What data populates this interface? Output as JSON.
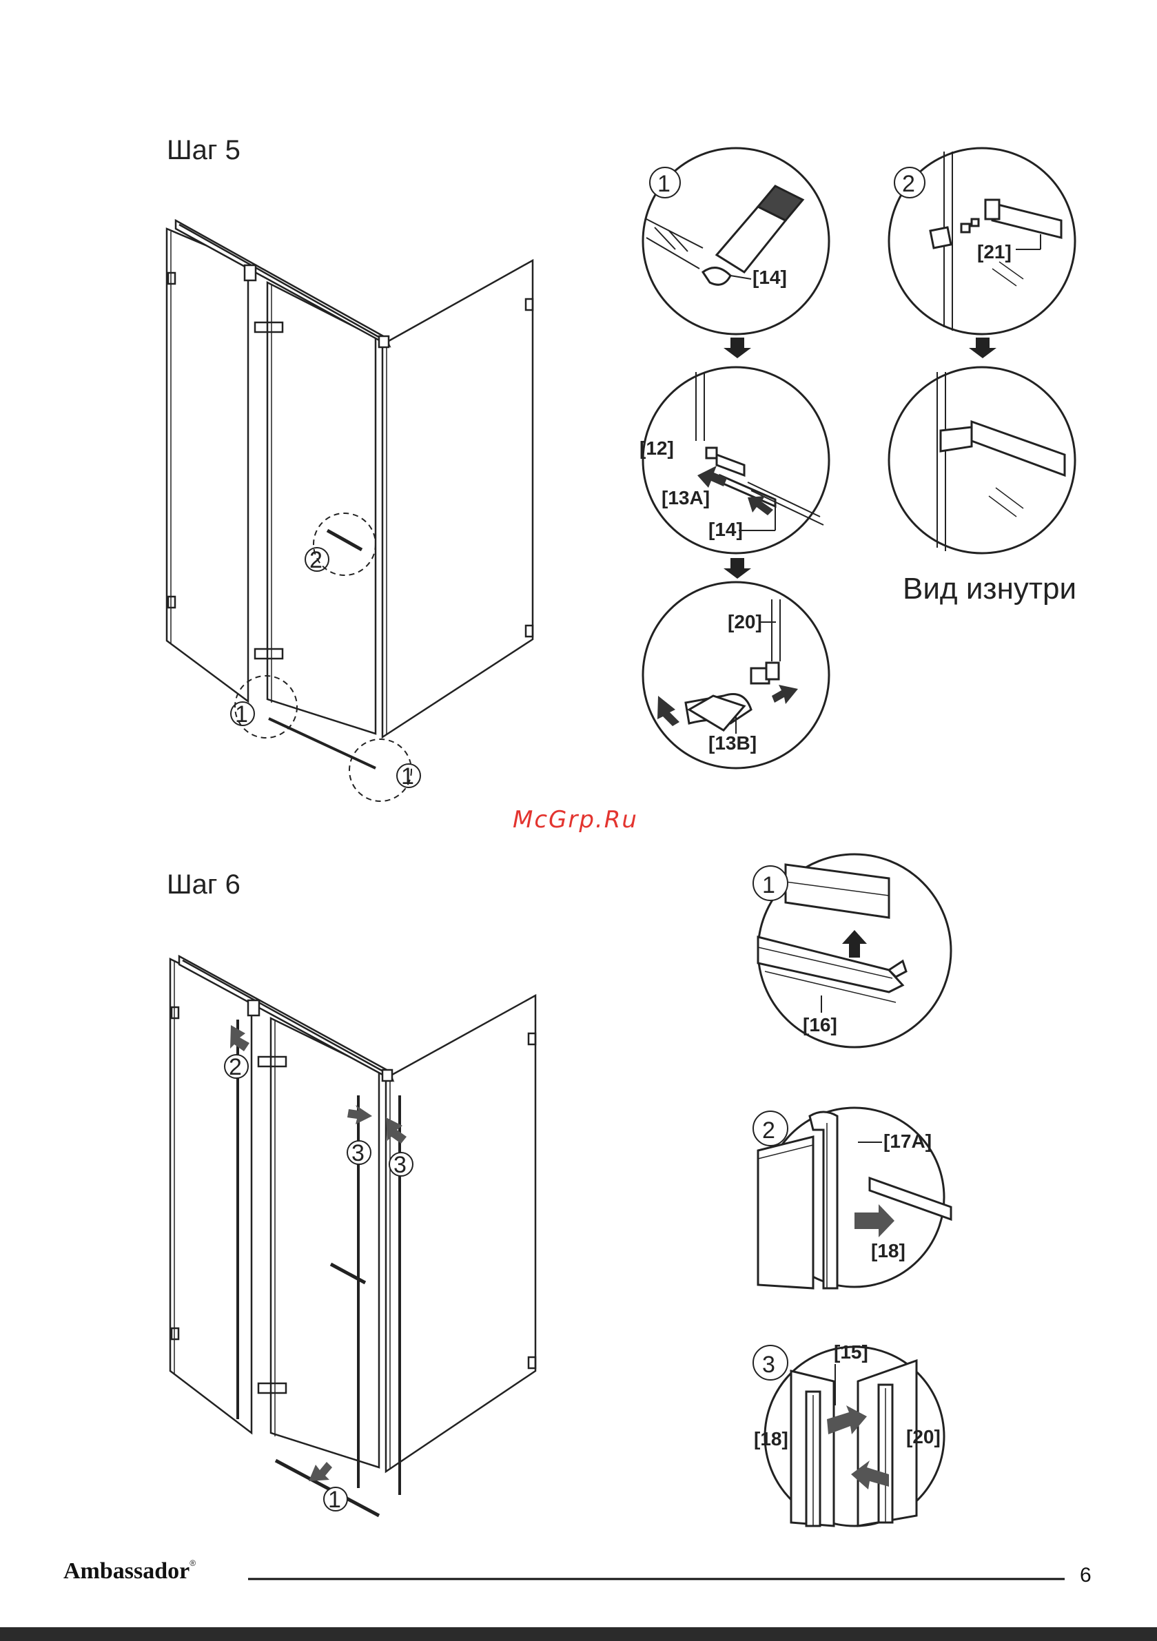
{
  "step5": {
    "title": "Шаг 5",
    "numbers": [
      "1",
      "2",
      "1",
      "2"
    ],
    "main_markers": [
      "2",
      "1",
      "1"
    ],
    "labels": {
      "d1": "[14]",
      "d2a": "[12]",
      "d2b": "[13A]",
      "d2c": "[14]",
      "d3a": "[20]",
      "d3b": "[13B]",
      "d4": "[21]"
    },
    "inside_view": "Вид изнутри"
  },
  "watermark": "McGrp.Ru",
  "step6": {
    "title": "Шаг 6",
    "main_markers": [
      "2",
      "3",
      "3",
      "1"
    ],
    "numbers": [
      "1",
      "2",
      "3"
    ],
    "labels": {
      "d1": "[16]",
      "d2a": "[17A]",
      "d2b": "[18]",
      "d3a": "[15]",
      "d3b": "[18]",
      "d3c": "[20]"
    }
  },
  "footer": {
    "brand": "Ambassador",
    "reg": "®",
    "page": "6"
  }
}
